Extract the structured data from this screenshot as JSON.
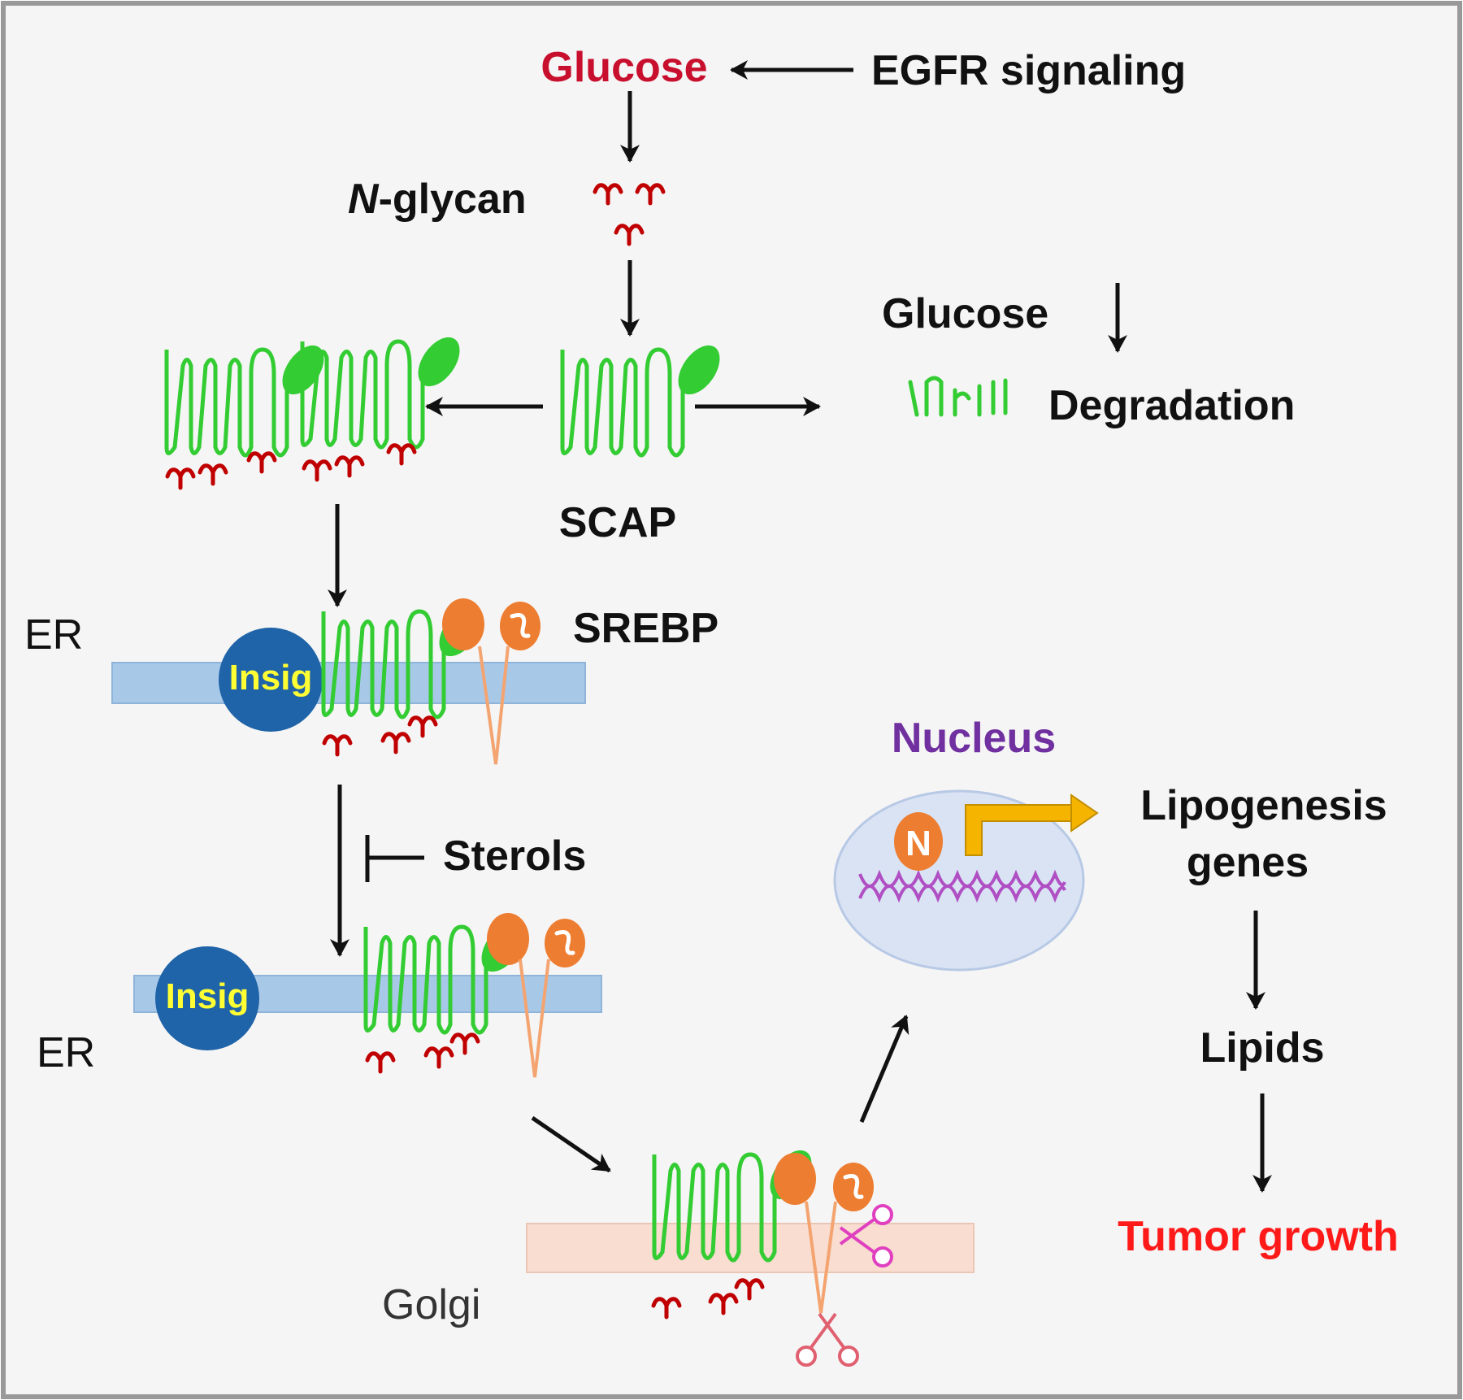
{
  "labels": {
    "glucose_top": "Glucose",
    "egfr": "EGFR signaling",
    "nglycan_prefix": "N",
    "nglycan_suffix": "-glycan",
    "glucose_low": "Glucose",
    "degradation": "Degradation",
    "scap": "SCAP",
    "srebp": "SREBP",
    "er_top": "ER",
    "er_bottom": "ER",
    "insig": "Insig",
    "sterols": "Sterols",
    "nucleus": "Nucleus",
    "n_fragment": "N",
    "lipogenesis": "Lipogenesis",
    "genes": "genes",
    "lipids": "Lipids",
    "tumor_growth": "Tumor growth",
    "golgi": "Golgi"
  },
  "colors": {
    "background": "#f5f5f5",
    "frame": "#999999",
    "highlight_red": "#c8102e",
    "tumor_red": "#ff1a1a",
    "nucleus_purple": "#7030a0",
    "scap_green": "#33cc33",
    "insig_blue": "#1f63a8",
    "insig_text": "#ffff33",
    "srebp_orange": "#ed7d31",
    "er_membrane": "#a8c8e8",
    "golgi_membrane": "#f8ddd0",
    "nucleus_fill": "#d9e3f3",
    "dna_purple": "#b04fc4",
    "promoter_gold": "#f5b400",
    "scissors_pink": "#e040c0"
  }
}
